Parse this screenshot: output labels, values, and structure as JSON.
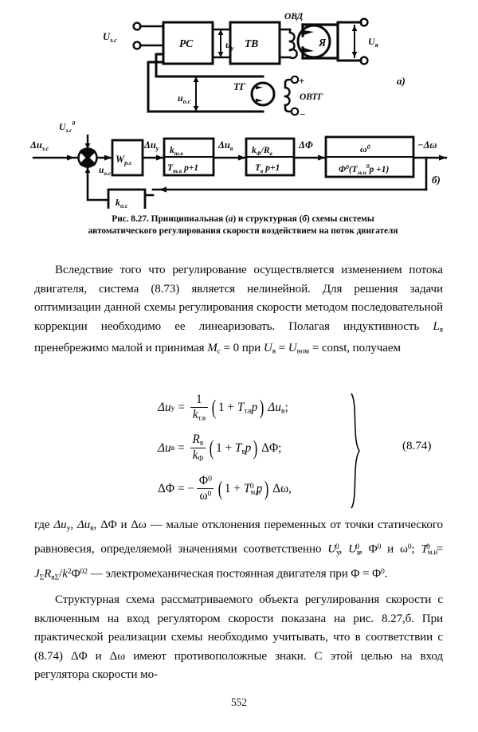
{
  "page": {
    "number": "552",
    "language": "ru"
  },
  "figure": {
    "id": "fig-8-27",
    "schematic_a": {
      "part_label": "а)",
      "input_label": "U",
      "input_sub": "з.с",
      "blocks": [
        {
          "name": "rs-block",
          "label": "РС"
        },
        {
          "name": "tv-block",
          "label": "ТВ"
        },
        {
          "name": "tg-block",
          "label": "ТГ"
        },
        {
          "name": "armature-block",
          "label": "Я"
        }
      ],
      "winding_labels": [
        {
          "name": "ovd-label",
          "text": "ОВД"
        },
        {
          "name": "ovtg-label",
          "text": "ОВТГ"
        }
      ],
      "signals": [
        {
          "name": "uy-signal",
          "base": "u",
          "sub": "у"
        },
        {
          "name": "uos-signal",
          "base": "u",
          "sub": "о.с"
        },
        {
          "name": "ua-signal",
          "base": "U",
          "sub": "я"
        }
      ],
      "terminals": [
        "+",
        "−"
      ]
    },
    "schematic_b": {
      "part_label": "б)",
      "input_label": {
        "base": "Δu",
        "sub": "з.с"
      },
      "reference_label": {
        "base": "U",
        "sub": "з.с",
        "sup": "0"
      },
      "feedback_signal": {
        "base": "u",
        "sub": "о.с"
      },
      "output_label": "−Δω",
      "blocks": [
        {
          "name": "regulator-block",
          "label": "W",
          "sub": "р.с",
          "kind": "plain"
        },
        {
          "name": "thyristor-exciter-block",
          "num": "k",
          "num_sub": "т.в",
          "den": "T",
          "den_sub": "т.в",
          "den_tail": "p+1",
          "kind": "fraction"
        },
        {
          "name": "field-winding-block",
          "num": "k",
          "num_sub": "Φ",
          "num_tail": "/R",
          "num_tail_sub": "в",
          "den": "T",
          "den_sub": "в",
          "den_tail": "p+1",
          "kind": "fraction"
        },
        {
          "name": "motor-block",
          "num": "ω",
          "num_sup": "0",
          "den": "Φ",
          "den_sup": "0",
          "den_tail": "(T",
          "den_tail_sub": "м.и",
          "den_tail_sup": "0",
          "den_tail2": "p+1)",
          "kind": "fraction"
        },
        {
          "name": "feedback-gain-block",
          "label": "k",
          "sub": "о.с",
          "kind": "plain"
        }
      ],
      "intermediate_signals": [
        {
          "name": "duy-signal",
          "base": "Δu",
          "sub": "у"
        },
        {
          "name": "duv-signal",
          "base": "Δu",
          "sub": "в"
        },
        {
          "name": "dphi-signal",
          "text": "ΔΦ"
        }
      ]
    },
    "caption": {
      "prefix": "Рис. 8.27.",
      "line1_rest": " Принципиальная (а) и структурная (б) схемы системы",
      "line2": "автоматического регулирования скорости воздействием на поток двигателя"
    }
  },
  "body": {
    "paragraph_1": "Вследствие того что регулирование осуществляется изменением потока двигателя, система (8.73) является нелинейной. Для решения задачи оптимизации данной схемы регулирования скорости методом последовательной коррекции необходимо ее линеаризовать. Полагая индуктивность Lя пренебрежимо малой и принимая Mс = 0 при Uя = Uном = const, получаем",
    "paragraph_2_start": "где Δu",
    "paragraph_3_start": "Структурная схема рассматриваемого объекта регулирования скорости с включенным на вход регулятором скорости показана на рис. 8.27,б. При практической реализации схемы необходимо учитывать, что в соответствии с (8.74) ΔΦ и Δω имеют противоположные знаки. С этой целью на вход регулятора скорости мо-"
  },
  "equations": {
    "number": "(8.74)",
    "eq1": {
      "lhs_base": "Δu",
      "lhs_sub": "у",
      "num": "1",
      "den_base": "k",
      "den_sub": "т.в",
      "paren": "(1 + T",
      "paren_sub": "т.в",
      "paren_tail": "p)",
      "rhs_base": "Δu",
      "rhs_sub": "в",
      "terminator": ";"
    },
    "eq2": {
      "lhs_base": "Δu",
      "lhs_sub": "в",
      "num_base": "R",
      "num_sub": "в",
      "den_base": "k",
      "den_sub": "Φ",
      "paren": "(1 + T",
      "paren_sub": "в",
      "paren_tail": "p)",
      "rhs": "ΔΦ",
      "terminator": ";"
    },
    "eq3": {
      "lhs": "ΔΦ",
      "sign": "−",
      "num_base": "Φ",
      "num_sup": "0",
      "den_base": "ω",
      "den_sup": "0",
      "paren": "(1 + T",
      "paren_sub": "м.и",
      "paren_sup": "0",
      "paren_tail": "p)",
      "rhs": "Δω",
      "terminator": ","
    }
  },
  "colors": {
    "ink": "#0a0a0a",
    "paper": "#ffffff"
  }
}
